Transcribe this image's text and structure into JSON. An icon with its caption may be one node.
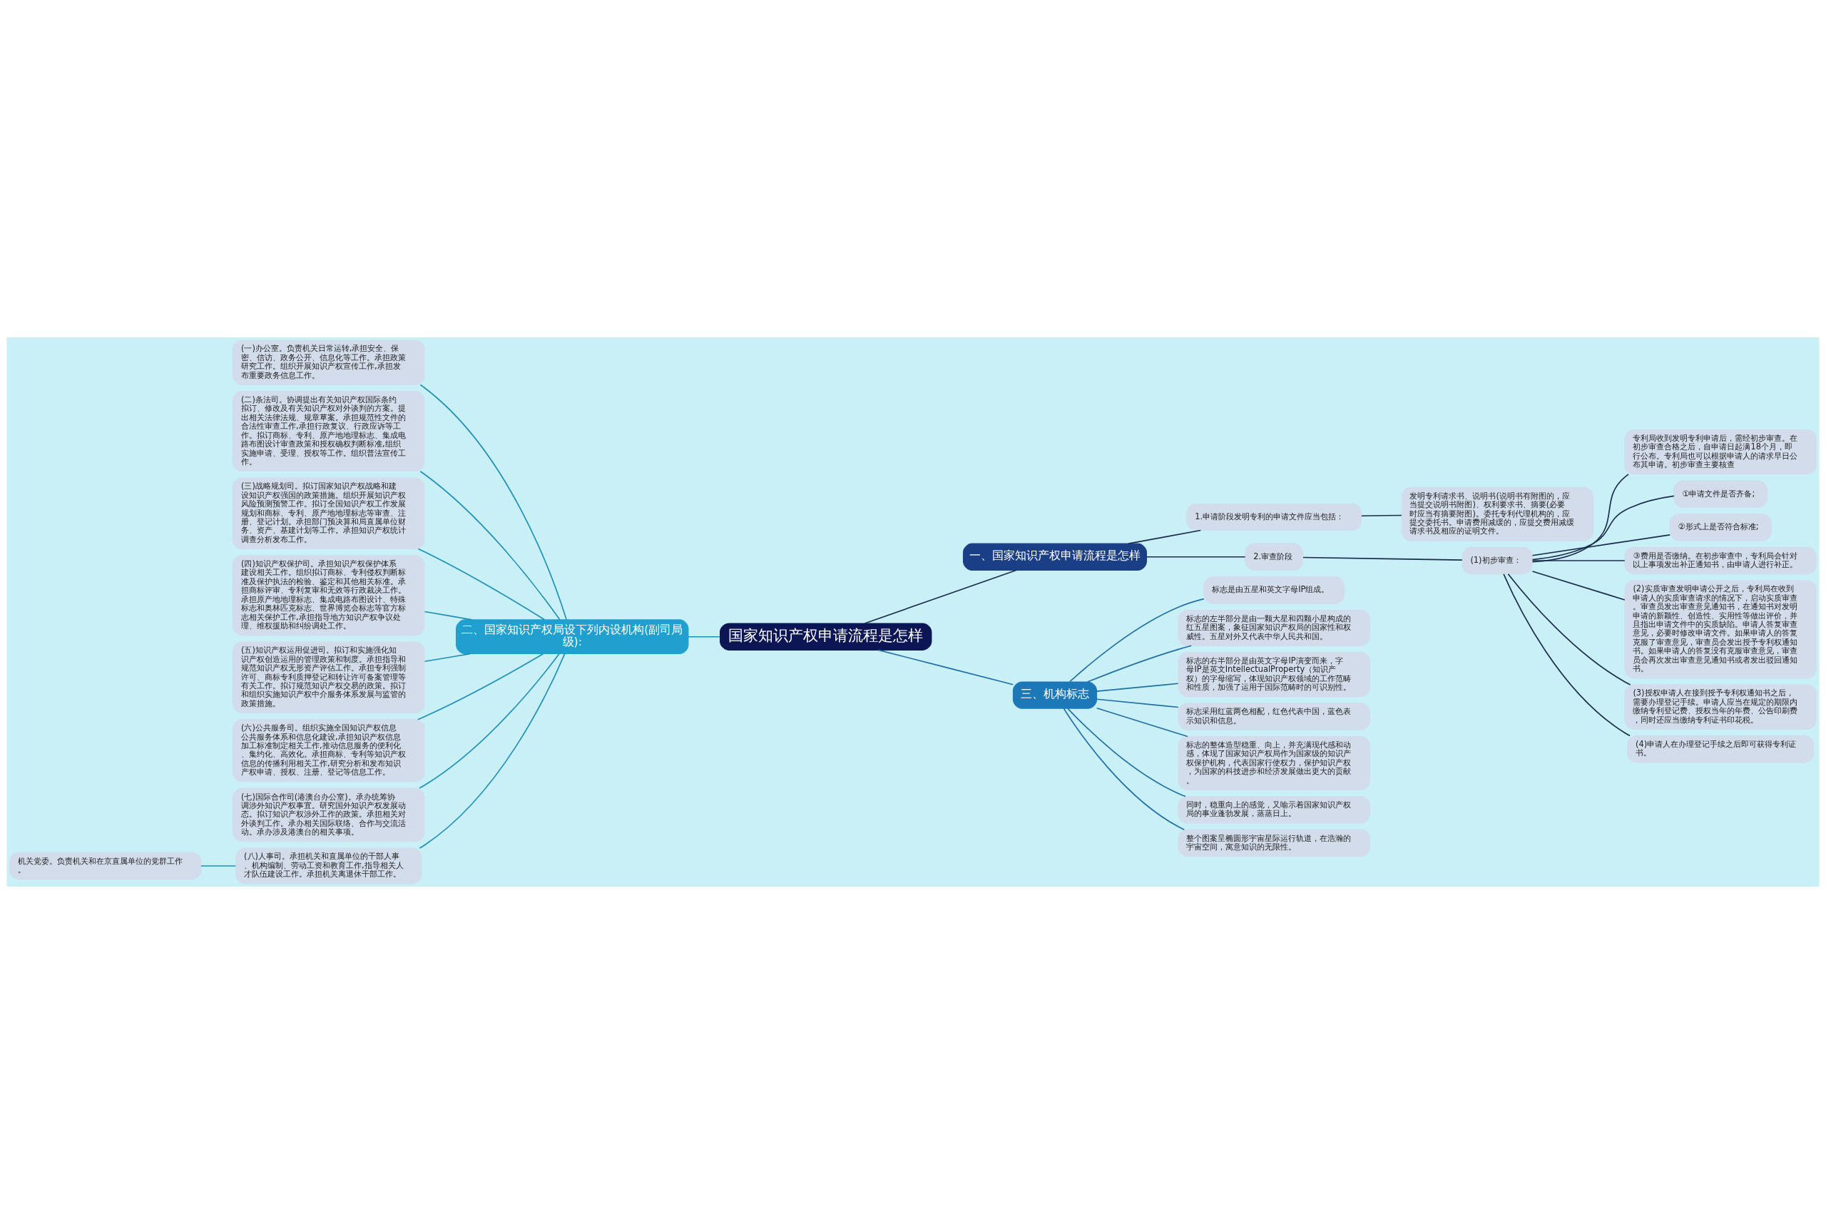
{
  "diagram": {
    "nodes": [
      {
        "text": [
          "国家知识产权申请流程是怎样"
        ]
      },
      {
        "text": [
          "一、国家知识产权申请流程是怎样"
        ]
      },
      {
        "text": [
          "1.申请阶段发明专利的申请文件应当包括："
        ]
      },
      {
        "text": [
          "发明专利请求书、说明书(说明书有附图的，应当提交说明书附图)、权利要求书、摘要(必要时应当有摘要附图)。委托专利代理机构的，应提交委托书。申请费用减缓的，应提交费用减缓请求书及相应的证明文件。"
        ]
      },
      {
        "text": [
          "2.审查阶段"
        ]
      },
      {
        "text": [
          "(1)初步审查："
        ]
      },
      {
        "text": [
          "专利局收到发明专利申请后，需经初步审查。在初步审查合格之后，自申请日起满18个月，即行公布。专利局也可以根据申请人的请求早日公布其申请。初步审查主要核查"
        ]
      },
      {
        "text": [
          "①申请文件是否齐备;"
        ]
      },
      {
        "text": [
          "②形式上是否符合标准;"
        ]
      },
      {
        "text": [
          "③费用是否缴纳。在初步审查中，专利局会针对以上事项发出补正通知书，由申请人进行补正。"
        ]
      },
      {
        "text": [
          "(2)实质审查发明申请公开之后，专利局在收到申请人的实质审查请求的情况下，启动实质审查。审查员发出审查意见通知书，在通知书对发明申请的新颖性、创造性、实用性等做出评价，并且指出申请文件中的实质缺陷。申请人答复审查意见，必要时修改申请文件。如果申请人的答复克服了审查意见，审查员会发出授予专利权通知书。如果申请人的答复没有克服审查意见，审查员会再次发出审查意见通知书或者发出驳回通知书。"
        ]
      },
      {
        "text": [
          "(3)授权申请人在接到授予专利权通知书之后，需要办理登记手续。申请人应当在规定的期限内缴纳专利登记费、授权当年的年费、公告印刷费，同时还应当缴纳专利证书印花税。"
        ]
      },
      {
        "text": [
          "(4)申请人在办理登记手续之后即可获得专利证书。"
        ]
      },
      {
        "text": [
          "二、国家知识产权局设下列内设机构(副司局级):"
        ]
      },
      {
        "text": [
          "(一)办公室。负责机关日常运转,承担安全、保密、信访、政务公开、信息化等工作。承担政策研究工作。组织开展知识产权宣传工作,承担发布重要政务信息工作。"
        ]
      },
      {
        "text": [
          "(二)条法司。协调提出有关知识产权国际条约拟订、修改及有关知识产权对外谈判的方案。提出相关法律法规、规章草案。承担规范性文件的合法性审查工作,承担行政复议、行政应诉等工作。拟订商标、专利、原产地地理标志、集成电路布图设计审查政策和授权确权判断标准,组织实施申请、受理、授权等工作。组织普法宣传工作。"
        ]
      },
      {
        "text": [
          "(三)战略规划司。拟订国家知识产权战略和建设知识产权强国的政策措施。组织开展知识产权风险预测预警工作。拟订全国知识产权工作发展规划和商标、专利、原产地地理标志等审查、注册、登记计划。承担部门预决算和局直属单位财务、资产、基建计划等工作。承担知识产权统计调查分析发布工作。"
        ]
      },
      {
        "text": [
          "(四)知识产权保护司。承担知识产权保护体系建设相关工作。组织拟订商标、专利侵权判断标准及保护执法的检验、鉴定和其他相关标准。承担商标评审、专利复审和无效等行政裁决工作。承担原产地地理标志、集成电路布图设计、特殊标志和奥林匹克标志、世界博览会标志等官方标志相关保护工作,承担指导地方知识产权争议处理、维权援助和纠纷调处工作。"
        ]
      },
      {
        "text": [
          "(五)知识产权运用促进司。拟订和实施强化知识产权创造运用的管理政策和制度。承担指导和规范知识产权无形资产评估工作。承担专利强制许可、商标专利质押登记和转让许可备案管理等有关工作。拟订规范知识产权交易的政策。拟订和组织实施知识产权中介服务体系发展与监管的政策措施。"
        ]
      },
      {
        "text": [
          "(六)公共服务司。组织实施全国知识产权信息公共服务体系和信息化建设,承担知识产权信息加工标准制定相关工作,推动信息服务的便利化、集约化、高效化。承担商标、专利等知识产权信息的传播利用相关工作,研究分析和发布知识产权申请、授权、注册、登记等信息工作。"
        ]
      },
      {
        "text": [
          "(七)国际合作司(港澳台办公室)。承办统筹协调涉外知识产权事宜。研究国外知识产权发展动态。拟订知识产权涉外工作的政策。承担相关对外谈判工作。承办相关国际联络、合作与交流活动。承办涉及港澳台的相关事项。"
        ]
      },
      {
        "text": [
          "(八)人事司。承担机关和直属单位的干部人事、机构编制、劳动工资和教育工作,指导相关人才队伍建设工作。承担机关离退休干部工作。"
        ]
      },
      {
        "text": [
          "机关党委。负责机关和在京直属单位的党群工作。"
        ]
      },
      {
        "text": [
          "三、机构标志"
        ]
      },
      {
        "text": [
          "标志是由五星和英文字母IP组成。"
        ]
      },
      {
        "text": [
          "标志的左半部分是由一颗大星和四颗小星构成的红五星图案，象征国家知识产权局的国家性和权威性。五星对外又代表中华人民共和国。"
        ]
      },
      {
        "text": [
          "标志的右半部分是由英文字母IP演变而来，字母IP是英文IntellectualProperty（知识产权）的字母缩写，体现知识产权领域的工作范畴和性质，加强了运用于国际范畴时的可识别性。"
        ]
      },
      {
        "text": [
          "标志采用红蓝两色相配，红色代表中国，蓝色表示知识和信息。"
        ]
      },
      {
        "text": [
          "标志的整体造型稳重、向上，并充满现代感和动感，体现了国家知识产权局作为国家级的知识产权保护机构，代表国家行使权力，保护知识产权，为国家的科技进步和经济发展做出更大的贡献。"
        ]
      },
      {
        "text": [
          "同时，稳重向上的感觉，又喻示着国家知识产权局的事业蓬勃发展，蒸蒸日上。"
        ]
      },
      {
        "text": [
          "整个图案呈椭圆形宇宙星际运行轨道，在浩瀚的宇宙空间，寓意知识的无限性。"
        ]
      }
    ],
    "edges": [
      {
        "from": 0,
        "to": 1,
        "arrow": "none"
      },
      {
        "from": 1,
        "to": 2,
        "arrow": "none"
      },
      {
        "from": 2,
        "to": 3,
        "arrow": "none"
      },
      {
        "from": 1,
        "to": 4,
        "arrow": "none"
      },
      {
        "from": 4,
        "to": 5,
        "arrow": "none"
      },
      {
        "from": 5,
        "to": 6,
        "arrow": "none"
      },
      {
        "from": 5,
        "to": 7,
        "arrow": "none"
      },
      {
        "from": 5,
        "to": 8,
        "arrow": "none"
      },
      {
        "from": 5,
        "to": 9,
        "arrow": "none"
      },
      {
        "from": 5,
        "to": 10,
        "arrow": "none"
      },
      {
        "from": 5,
        "to": 11,
        "arrow": "none"
      },
      {
        "from": 5,
        "to": 12,
        "arrow": "none"
      },
      {
        "from": 0,
        "to": 13,
        "arrow": "none",
        "color": "#1e8fb8"
      },
      {
        "from": 13,
        "to": 14,
        "arrow": "none",
        "color": "#1e8fb8"
      },
      {
        "from": 13,
        "to": 15,
        "arrow": "none",
        "color": "#1e8fb8"
      },
      {
        "from": 13,
        "to": 16,
        "arrow": "none",
        "color": "#1e8fb8"
      },
      {
        "from": 13,
        "to": 17,
        "arrow": "none",
        "color": "#1e8fb8"
      },
      {
        "from": 13,
        "to": 18,
        "arrow": "none",
        "color": "#1e8fb8"
      },
      {
        "from": 13,
        "to": 19,
        "arrow": "none",
        "color": "#1e8fb8"
      },
      {
        "from": 13,
        "to": 20,
        "arrow": "none",
        "color": "#1e8fb8"
      },
      {
        "from": 13,
        "to": 21,
        "arrow": "none",
        "color": "#1e8fb8"
      },
      {
        "from": 21,
        "to": 22,
        "arrow": "none",
        "color": "#1e8fb8"
      },
      {
        "from": 0,
        "to": 23,
        "arrow": "none",
        "color": "#1f6fa6"
      },
      {
        "from": 23,
        "to": 24,
        "arrow": "none",
        "color": "#1f6fa6"
      },
      {
        "from": 23,
        "to": 25,
        "arrow": "none",
        "color": "#1f6fa6"
      },
      {
        "from": 23,
        "to": 26,
        "arrow": "none",
        "color": "#1f6fa6"
      },
      {
        "from": 23,
        "to": 27,
        "arrow": "none",
        "color": "#1f6fa6"
      },
      {
        "from": 23,
        "to": 28,
        "arrow": "none",
        "color": "#1f6fa6"
      },
      {
        "from": 23,
        "to": 29,
        "arrow": "none",
        "color": "#1f6fa6"
      },
      {
        "from": 23,
        "to": 30,
        "arrow": "none",
        "color": "#1f6fa6"
      }
    ]
  }
}
